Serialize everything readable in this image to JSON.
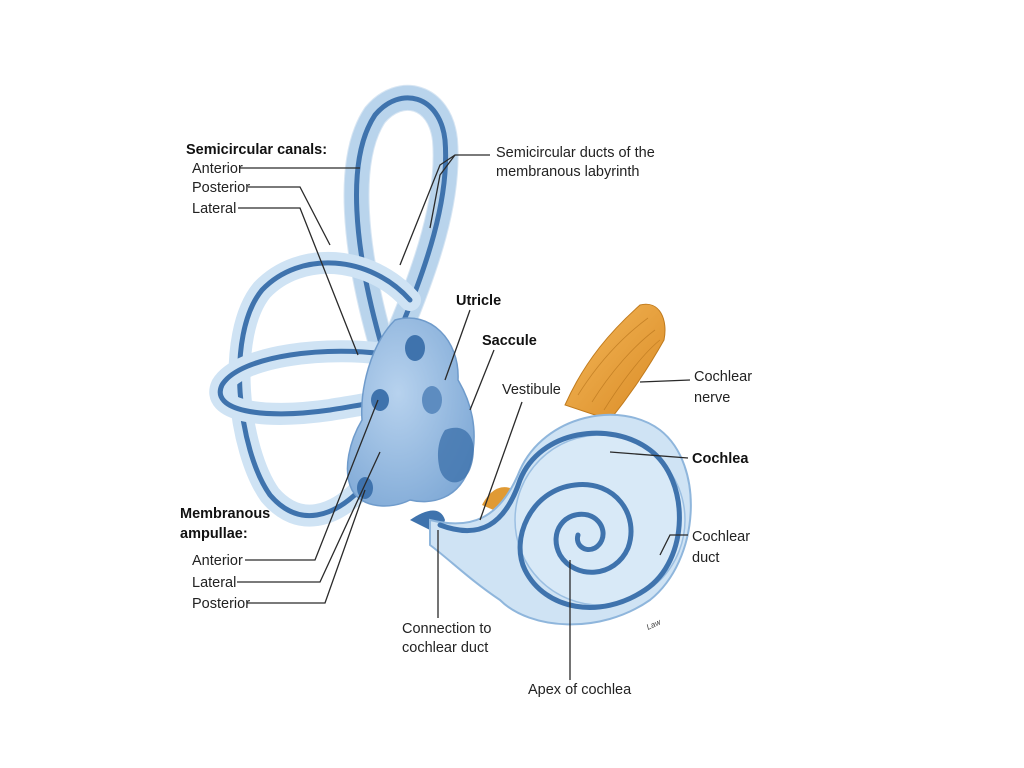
{
  "labels": {
    "semicircular_canals": "Semicircular canals:",
    "anterior": "Anterior",
    "posterior": "Posterior",
    "lateral": "Lateral",
    "semicircular_ducts_line1": "Semicircular ducts of the",
    "semicircular_ducts_line2": "membranous labyrinth",
    "utricle": "Utricle",
    "saccule": "Saccule",
    "vestibule": "Vestibule",
    "cochlear_nerve_line1": "Cochlear",
    "cochlear_nerve_line2": "nerve",
    "cochlea": "Cochlea",
    "cochlear_duct_line1": "Cochlear",
    "cochlear_duct_line2": "duct",
    "membranous_ampullae_line1": "Membranous",
    "membranous_ampullae_line2": "ampullae:",
    "amp_anterior": "Anterior",
    "amp_lateral": "Lateral",
    "amp_posterior": "Posterior",
    "connection_line1": "Connection to",
    "connection_line2": "cochlear duct",
    "apex": "Apex of cochlea",
    "signature": "Law"
  },
  "colors": {
    "bony_labyrinth": "#cfe3f4",
    "bony_edge": "#8fb6dc",
    "membranous_duct": "#3f73ad",
    "nerve": "#e8a03a"
  }
}
